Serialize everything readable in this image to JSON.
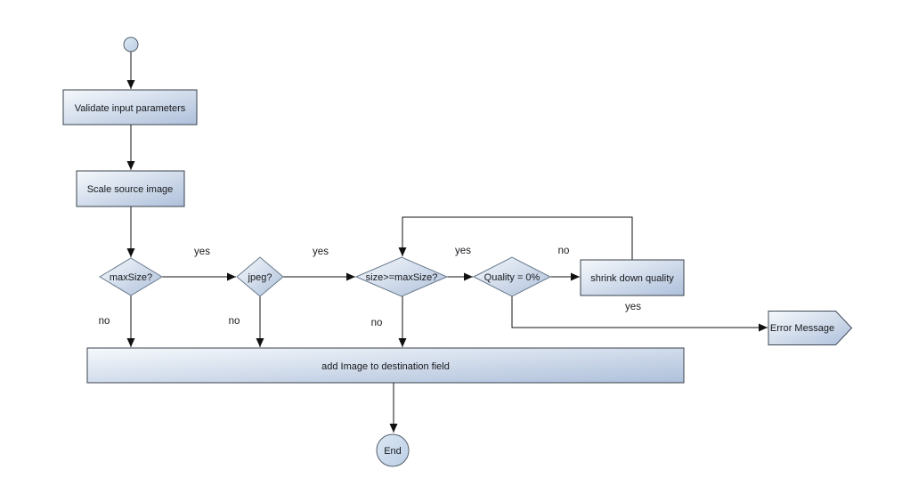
{
  "diagram": {
    "type": "flowchart",
    "background": "#ffffff",
    "colors": {
      "node_fill_gradient_start": "#f6f9fc",
      "node_fill_gradient_end": "#aec0db",
      "process_border": "#38414b",
      "decision_border": "#68798c",
      "terminal_fill_start": "#dce7f3",
      "terminal_fill_end": "#bccfe6",
      "terminal_border": "#545f6b",
      "connector": "#111111",
      "text": "#17191c"
    },
    "nodes": {
      "start": {
        "type": "initial",
        "label": ""
      },
      "validate": {
        "type": "process",
        "label": "Validate input parameters"
      },
      "scale": {
        "type": "process",
        "label": "Scale source image"
      },
      "max_size": {
        "type": "decision",
        "label": "maxSize?"
      },
      "jpeg": {
        "type": "decision",
        "label": "jpeg?"
      },
      "size_check": {
        "type": "decision",
        "label": "size>=maxSize?"
      },
      "quality": {
        "type": "decision",
        "label": "Quality = 0%"
      },
      "shrink": {
        "type": "process",
        "label": "shrink down quality"
      },
      "error": {
        "type": "signal",
        "label": "Error Message"
      },
      "add_image": {
        "type": "process",
        "label": "add Image to destination field"
      },
      "end": {
        "type": "final",
        "label": "End"
      }
    },
    "edges": [
      {
        "from": "start",
        "to": "validate",
        "label": ""
      },
      {
        "from": "validate",
        "to": "scale",
        "label": ""
      },
      {
        "from": "scale",
        "to": "max_size",
        "label": ""
      },
      {
        "from": "max_size",
        "to": "jpeg",
        "label": "yes"
      },
      {
        "from": "jpeg",
        "to": "size_check",
        "label": "yes"
      },
      {
        "from": "size_check",
        "to": "quality",
        "label": "yes"
      },
      {
        "from": "quality",
        "to": "shrink",
        "label": "no"
      },
      {
        "from": "shrink",
        "to": "size_check",
        "label": ""
      },
      {
        "from": "quality",
        "to": "error",
        "label": "yes"
      },
      {
        "from": "max_size",
        "to": "add_image",
        "label": "no"
      },
      {
        "from": "jpeg",
        "to": "add_image",
        "label": "no"
      },
      {
        "from": "size_check",
        "to": "add_image",
        "label": "no"
      },
      {
        "from": "add_image",
        "to": "end",
        "label": ""
      }
    ]
  }
}
